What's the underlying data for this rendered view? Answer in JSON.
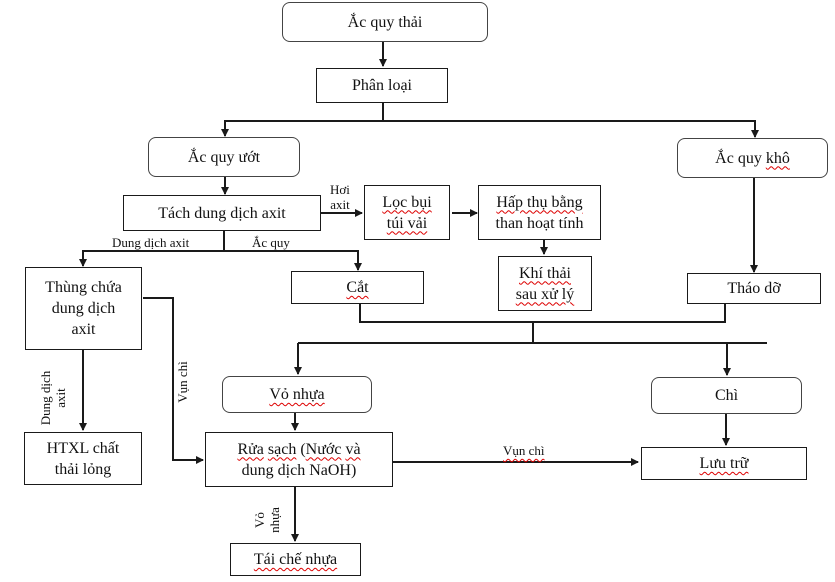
{
  "diagram": {
    "type": "flowchart",
    "title": "Ắc quy thải processing flow",
    "nodes": {
      "waste_battery": "Ắc quy thải",
      "classification": "Phân loại",
      "wet_battery": "Ắc quy ướt",
      "dry_battery": "Ắc quy khô",
      "acid_separation": "Tách dung dịch axit",
      "bag_filter_line1": "Lọc bụi",
      "bag_filter_line2": "túi vải",
      "carbon_absorb_line1": "Hấp thụ bằng",
      "carbon_absorb_line2": "than hoạt tính",
      "treated_gas_line1": "Khí thải",
      "treated_gas_line2": "sau xử lý",
      "acid_tank_line1": "Thùng chứa",
      "acid_tank_line2": "dung dịch",
      "acid_tank_line3": "axit",
      "cutting": "Cắt",
      "disassembly": "Tháo dỡ",
      "plastic_shell": "Vỏ nhựa",
      "lead": "Chì",
      "liquid_waste_line1": "HTXL chất",
      "liquid_waste_line2": "thải lỏng",
      "washing_line1": "Rửa sạch (Nước và",
      "washing_line2": "dung dịch NaOH)",
      "storage": "Lưu trữ",
      "plastic_recycle": "Tái chế nhựa"
    },
    "edge_labels": {
      "acid_vapor_line1": "Hơi",
      "acid_vapor_line2": "axit",
      "acid_solution": "Dung dịch axit",
      "battery": "Ắc quy",
      "acid_solution_vertical_line1": "Dung dịch",
      "acid_solution_vertical_line2": "axit",
      "lead_scrap_vertical": "Vụn chì",
      "lead_scrap": "Vụn chì",
      "plastic_shell_vertical_line1": "Vỏ",
      "plastic_shell_vertical_line2": "nhựa"
    },
    "edges": [
      [
        "Ắc quy thải",
        "Phân loại"
      ],
      [
        "Phân loại",
        "Ắc quy ướt"
      ],
      [
        "Phân loại",
        "Ắc quy khô"
      ],
      [
        "Ắc quy ướt",
        "Tách dung dịch axit"
      ],
      [
        "Tách dung dịch axit",
        "Lọc bụi túi vải",
        "Hơi axit"
      ],
      [
        "Lọc bụi túi vải",
        "Hấp thụ bằng than hoạt tính"
      ],
      [
        "Hấp thụ bằng than hoạt tính",
        "Khí thải sau xử lý"
      ],
      [
        "Tách dung dịch axit",
        "Thùng chứa dung dịch axit",
        "Dung dịch axit"
      ],
      [
        "Tách dung dịch axit",
        "Cắt",
        "Ắc quy"
      ],
      [
        "Ắc quy khô",
        "Tháo dỡ"
      ],
      [
        "Cắt + Tháo dỡ",
        "Vỏ nhựa"
      ],
      [
        "Cắt + Tháo dỡ",
        "Chì"
      ],
      [
        "Thùng chứa dung dịch axit",
        "HTXL chất thải lỏng",
        "Dung dịch axit"
      ],
      [
        "Thùng chứa dung dịch axit",
        "Rửa sạch (Nước và dung dịch NaOH)",
        "Vụn chì"
      ],
      [
        "Vỏ nhựa",
        "Rửa sạch (Nước và dung dịch NaOH)"
      ],
      [
        "Rửa sạch (Nước và dung dịch NaOH)",
        "Lưu trữ",
        "Vụn chì"
      ],
      [
        "Chì",
        "Lưu trữ"
      ],
      [
        "Rửa sạch (Nước và dung dịch NaOH)",
        "Tái chế nhựa",
        "Vỏ nhựa"
      ]
    ],
    "colors": {
      "line": "#1a1a1a",
      "spellcheck_underline": "#dd0000"
    }
  }
}
